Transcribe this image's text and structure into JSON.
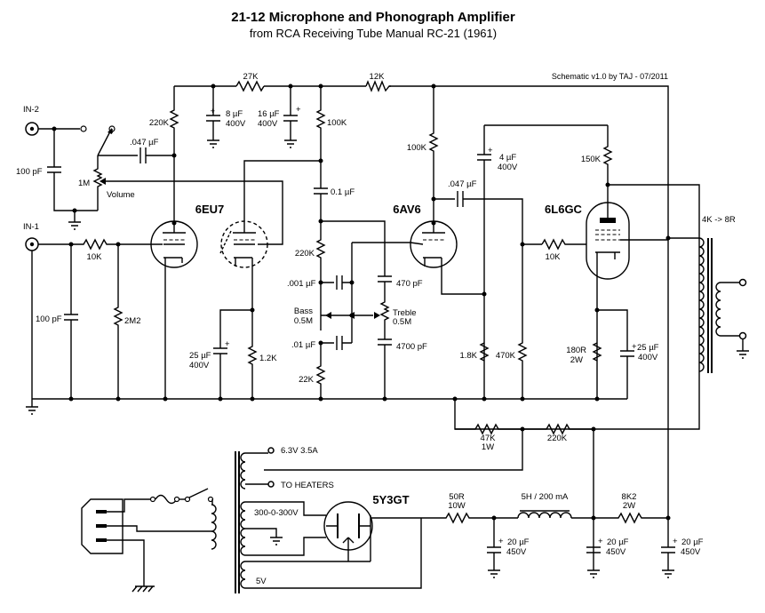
{
  "title": "21-12  Microphone and Phonograph Amplifier",
  "subtitle": "from RCA Receiving Tube Manual RC-21 (1961)",
  "version_note": "Schematic v1.0 by TAJ - 07/2011",
  "inputs": {
    "in2": "IN-2",
    "in1": "IN-1"
  },
  "tubes": {
    "v1": "6EU7",
    "v2": "6AV6",
    "v3": "6L6GC",
    "rect": "5Y3GT"
  },
  "components": {
    "r_27k": "27K",
    "r_12k": "12K",
    "r_220k_plate": "220K",
    "r_100k_plate": "100K",
    "r_100k_6av6": "100K",
    "r_150k": "150K",
    "c_8uf": "8 µF",
    "c_8uf_v": "400V",
    "c_16uf": "16 µF",
    "c_16uf_v": "400V",
    "c_047_in": ".047 µF",
    "c_100pf_in2": "100 pF",
    "pot_1m": "1M",
    "pot_1m_label": "Volume",
    "r_10k_in": "10K",
    "c_100pf_in1": "100 pF",
    "r_2m2": "2M2",
    "c_01uf": "0.1 µF",
    "r_220k_tone": "220K",
    "c_001": ".001 µF",
    "bass_label": "Bass",
    "bass_value": "0.5M",
    "c_01_bass": ".01 µF",
    "r_22k": "22K",
    "c_470pf": "470 pF",
    "treble_label": "Treble",
    "treble_value": "0.5M",
    "c_4700pf": "4700 pF",
    "c_25uf_a": "25 µF",
    "c_25uf_a_v": "400V",
    "r_1k2": "1.2K",
    "c_4uf": "4 µF",
    "c_4uf_v": "400V",
    "c_047_cpl": ".047 µF",
    "r_10k_grid": "10K",
    "r_1k8": "1.8K",
    "r_470k": "470K",
    "r_180r": "180R",
    "r_180r_w": "2W",
    "c_25uf_b": "25 µF",
    "c_25uf_b_v": "400V",
    "xfmr_out": "4K -> 8R",
    "r_47k": "47K",
    "r_47k_w": "1W",
    "r_220k_fb": "220K",
    "heater": "6.3V 3.5A",
    "to_heaters": "TO HEATERS",
    "hv": "300-0-300V",
    "fil": "5V",
    "r_50r": "50R",
    "r_50r_w": "10W",
    "choke": "5H / 200 mA",
    "r_8k2": "8K2",
    "r_8k2_w": "2W",
    "c_20uf_1": "20 µF",
    "c_20uf_1_v": "450V",
    "c_20uf_2": "20 µF",
    "c_20uf_2_v": "450V",
    "c_20uf_3": "20 µF",
    "c_20uf_3_v": "450V"
  }
}
